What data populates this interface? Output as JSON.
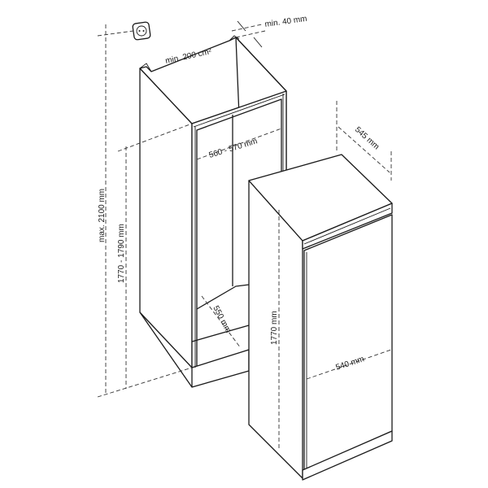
{
  "diagram": {
    "type": "built-in refrigerator installation dimensions",
    "colors": {
      "line": "#1a1a1a",
      "dimension_line": "#333333",
      "background": "#ffffff"
    },
    "socket_icon": "power-socket-icon",
    "niche": {
      "labels": {
        "ventilation_area": "min. 200 cm²",
        "ventilation_gap": "min. 40 mm",
        "niche_width": "560 - 570 mm",
        "niche_depth": "550 mm",
        "niche_height": "1770 - 1790 mm",
        "max_height": "max. 2100 mm"
      }
    },
    "appliance": {
      "labels": {
        "depth": "545 mm",
        "height": "1770 mm",
        "width": "540 mm"
      }
    }
  }
}
